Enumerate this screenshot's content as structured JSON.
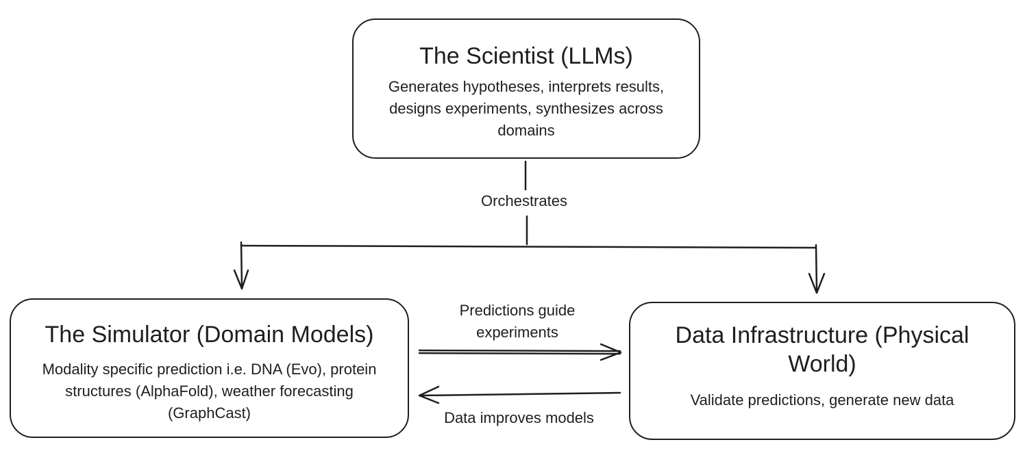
{
  "nodes": {
    "scientist": {
      "title": "The Scientist (LLMs)",
      "description": "Generates hypotheses, interprets results, designs experiments, synthesizes across domains"
    },
    "simulator": {
      "title": "The Simulator (Domain Models)",
      "description": "Modality specific prediction i.e. DNA (Evo), protein structures (AlphaFold), weather forecasting (GraphCast)"
    },
    "data_infrastructure": {
      "title": "Data Infrastructure (Physical World)",
      "description": "Validate predictions, generate new data"
    }
  },
  "edges": {
    "orchestrates": "Orchestrates",
    "predictions_guide": "Predictions guide experiments",
    "data_improves": "Data improves models"
  },
  "colors": {
    "stroke": "#1e1e1e",
    "background": "#ffffff"
  }
}
